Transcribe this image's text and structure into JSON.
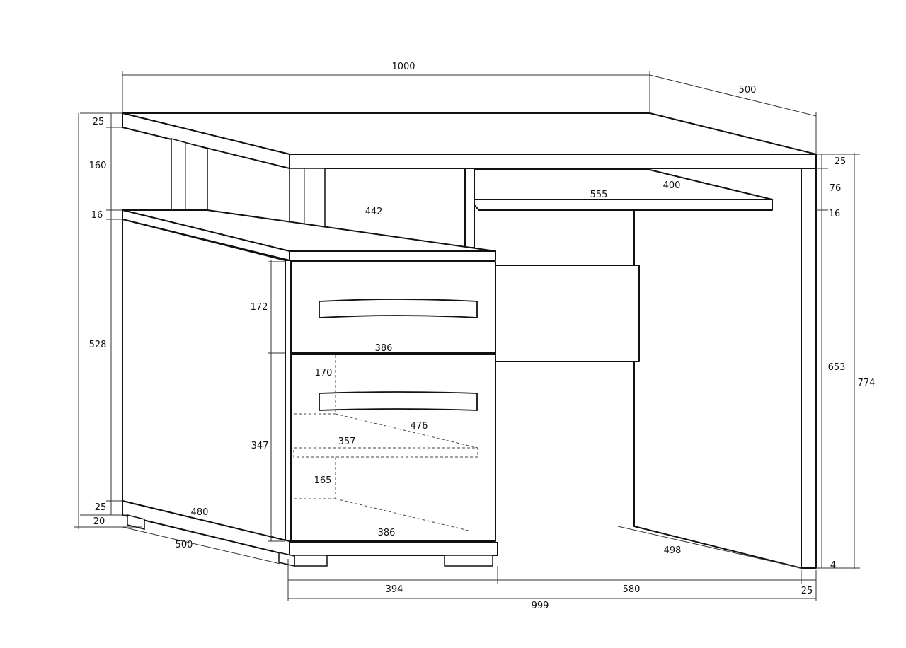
{
  "dimensions": {
    "total_width_top": "1000",
    "top_depth": "500",
    "top_thickness_left": "25",
    "top_thickness_right": "25",
    "gap_under_top": "160",
    "shelf_thickness": "16",
    "pedestal_height": "528",
    "base_thickness": "25",
    "foot_height": "20",
    "pedestal_depth_inner": "480",
    "pedestal_depth": "500",
    "shelf_depth_442": "442",
    "keyboard_shelf_width": "555",
    "keyboard_shelf_depth": "400",
    "keyboard_gap": "76",
    "keyboard_thickness": "16",
    "drawer1_height": "172",
    "drawer_width_top": "386",
    "drawer2_front_height": "170",
    "drawer_depth": "476",
    "inner_width": "357",
    "cabinet_height": "347",
    "drawer3_height": "165",
    "drawer_width_bottom": "386",
    "side_height": "653",
    "total_height": "774",
    "side_depth": "498",
    "floor_gap": "4",
    "width_pedestal": "394",
    "width_opening": "580",
    "width_side": "25",
    "total_width_bottom": "999"
  }
}
